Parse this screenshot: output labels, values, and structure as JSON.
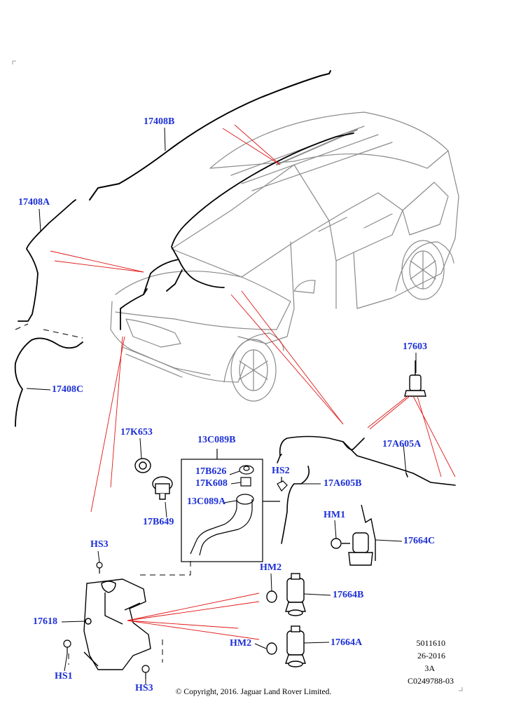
{
  "callouts": {
    "c17408B": "17408B",
    "c17408A": "17408A",
    "c17408C": "17408C",
    "c17603": "17603",
    "c17K653": "17K653",
    "c13C089B": "13C089B",
    "c17B626": "17B626",
    "c17K608": "17K608",
    "c13C089A": "13C089A",
    "c17B649": "17B649",
    "cHS2": "HS2",
    "c17A605B": "17A605B",
    "c17A605A": "17A605A",
    "cHM1": "HM1",
    "c17664C": "17664C",
    "cHS3top": "HS3",
    "cHM2top": "HM2",
    "c17664B": "17664B",
    "c17618": "17618",
    "cHM2bot": "HM2",
    "c17664A": "17664A",
    "cHS1": "HS1",
    "cHS3bot": "HS3"
  },
  "reference": {
    "line1": "5011610",
    "line2": "26-2016",
    "line3": "3A",
    "line4": "C0249788-03"
  },
  "copyright": "© Copyright, 2016. Jaguar Land Rover Limited.",
  "colors": {
    "callout": "#1c2fd6",
    "leader": "#e01818",
    "linework": "#000000",
    "car_outline": "#8a8a8a"
  }
}
